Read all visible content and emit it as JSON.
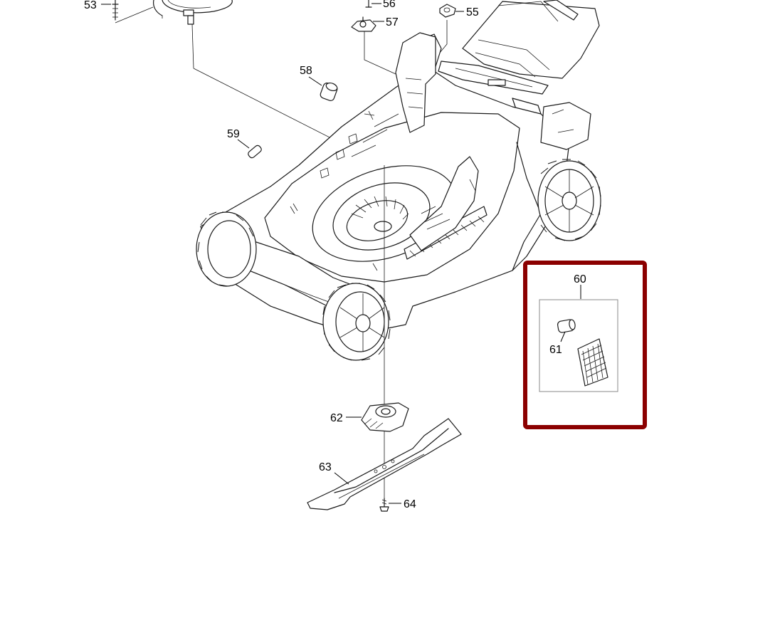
{
  "colors": {
    "highlight_frame": "#8b0000",
    "line": "#1a1a1a",
    "background": "#ffffff"
  },
  "labels": {
    "p53": "53",
    "p55": "55",
    "p56": "56",
    "p57": "57",
    "p58": "58",
    "p59": "59",
    "p60": "60",
    "p61": "61",
    "p62": "62",
    "p63": "63",
    "p64": "64"
  }
}
